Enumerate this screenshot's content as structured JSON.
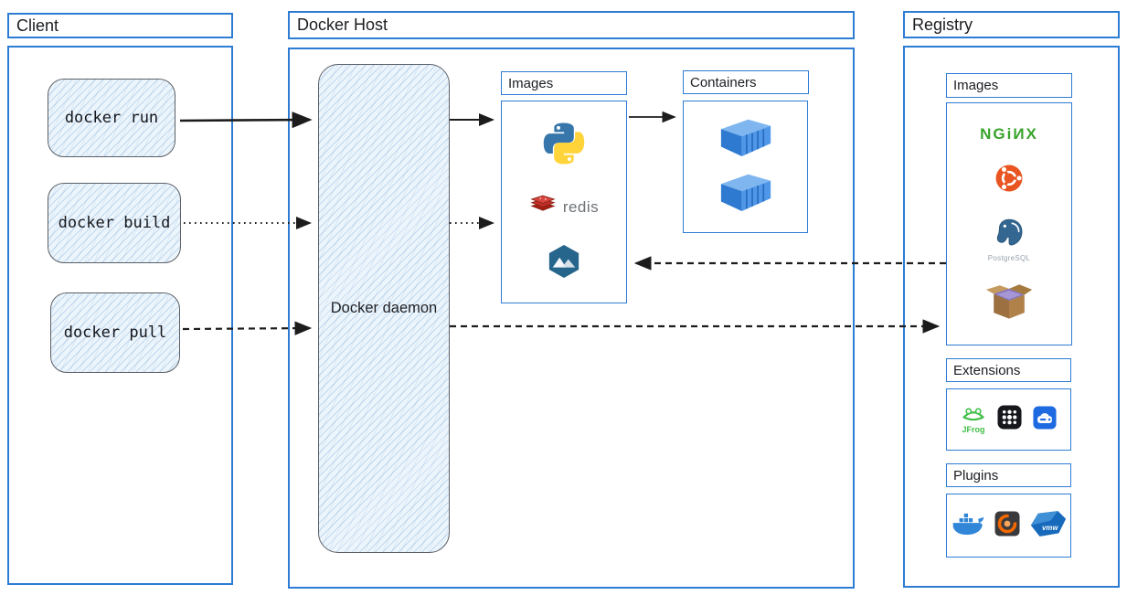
{
  "client": {
    "title": "Client",
    "commands": [
      "docker run",
      "docker build",
      "docker pull"
    ]
  },
  "docker_host": {
    "title": "Docker Host",
    "daemon_label": "Docker daemon",
    "images_panel": {
      "label": "Images",
      "items": [
        "python",
        "redis",
        "alpine"
      ],
      "redis_text": "redis"
    },
    "containers_panel": {
      "label": "Containers",
      "container_count": 2
    }
  },
  "registry": {
    "title": "Registry",
    "images_panel": {
      "label": "Images",
      "items": [
        "nginx",
        "ubuntu",
        "postgresql",
        "busybox"
      ],
      "nginx_text": "NGiИX",
      "postgresql_text": "PostgreSQL"
    },
    "extensions_panel": {
      "label": "Extensions",
      "items": [
        "jfrog",
        "grid-app",
        "drive-app"
      ],
      "jfrog_text": "JFrog"
    },
    "plugins_panel": {
      "label": "Plugins",
      "items": [
        "docker",
        "grafana",
        "vmware"
      ],
      "vmware_text": "vmw"
    }
  },
  "connections": [
    {
      "from": "docker-run",
      "to": "docker-daemon",
      "style": "solid"
    },
    {
      "from": "docker-build",
      "to": "docker-daemon",
      "style": "dotted"
    },
    {
      "from": "docker-pull",
      "to": "docker-daemon",
      "style": "dashed"
    },
    {
      "from": "docker-daemon",
      "to": "host-images",
      "style": "solid"
    },
    {
      "from": "docker-daemon",
      "to": "host-images",
      "style": "dotted"
    },
    {
      "from": "host-images",
      "to": "containers",
      "style": "solid"
    },
    {
      "from": "registry-images",
      "to": "host-images",
      "style": "dashed"
    },
    {
      "from": "docker-daemon",
      "to": "registry-images",
      "style": "dashed"
    }
  ],
  "colors": {
    "frame_blue": "#2d7cd4",
    "sketch_fill": "#edf5fc",
    "arrow_black": "#1c1c1c",
    "nginx_green": "#38a32a",
    "redis_red": "#c6302b",
    "ubuntu_orange": "#e95420",
    "postgres_blue": "#336791",
    "jfrog_green": "#40be46",
    "docker_blue": "#3186d8",
    "grafana_orange": "#f46800"
  }
}
